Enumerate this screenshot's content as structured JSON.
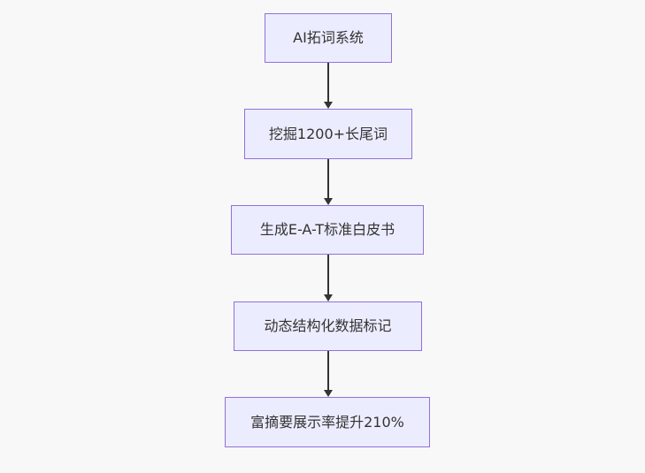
{
  "diagram": {
    "type": "flowchart",
    "direction": "top-down",
    "nodes": [
      {
        "id": "n1",
        "label": "AI拓词系统"
      },
      {
        "id": "n2",
        "label": "挖掘1200+长尾词"
      },
      {
        "id": "n3",
        "label": "生成E-A-T标准白皮书"
      },
      {
        "id": "n4",
        "label": "动态结构化数据标记"
      },
      {
        "id": "n5",
        "label": "富摘要展示率提升210%"
      }
    ],
    "edges": [
      {
        "from": "n1",
        "to": "n2",
        "arrow": "down"
      },
      {
        "from": "n2",
        "to": "n3",
        "arrow": "down"
      },
      {
        "from": "n3",
        "to": "n4",
        "arrow": "down"
      },
      {
        "from": "n4",
        "to": "n5",
        "arrow": "down"
      }
    ],
    "colors": {
      "background": "#f8f8f8",
      "node_fill": "#ECECFF",
      "node_border": "#9370DB",
      "edge": "#333333",
      "text": "#333333"
    }
  }
}
